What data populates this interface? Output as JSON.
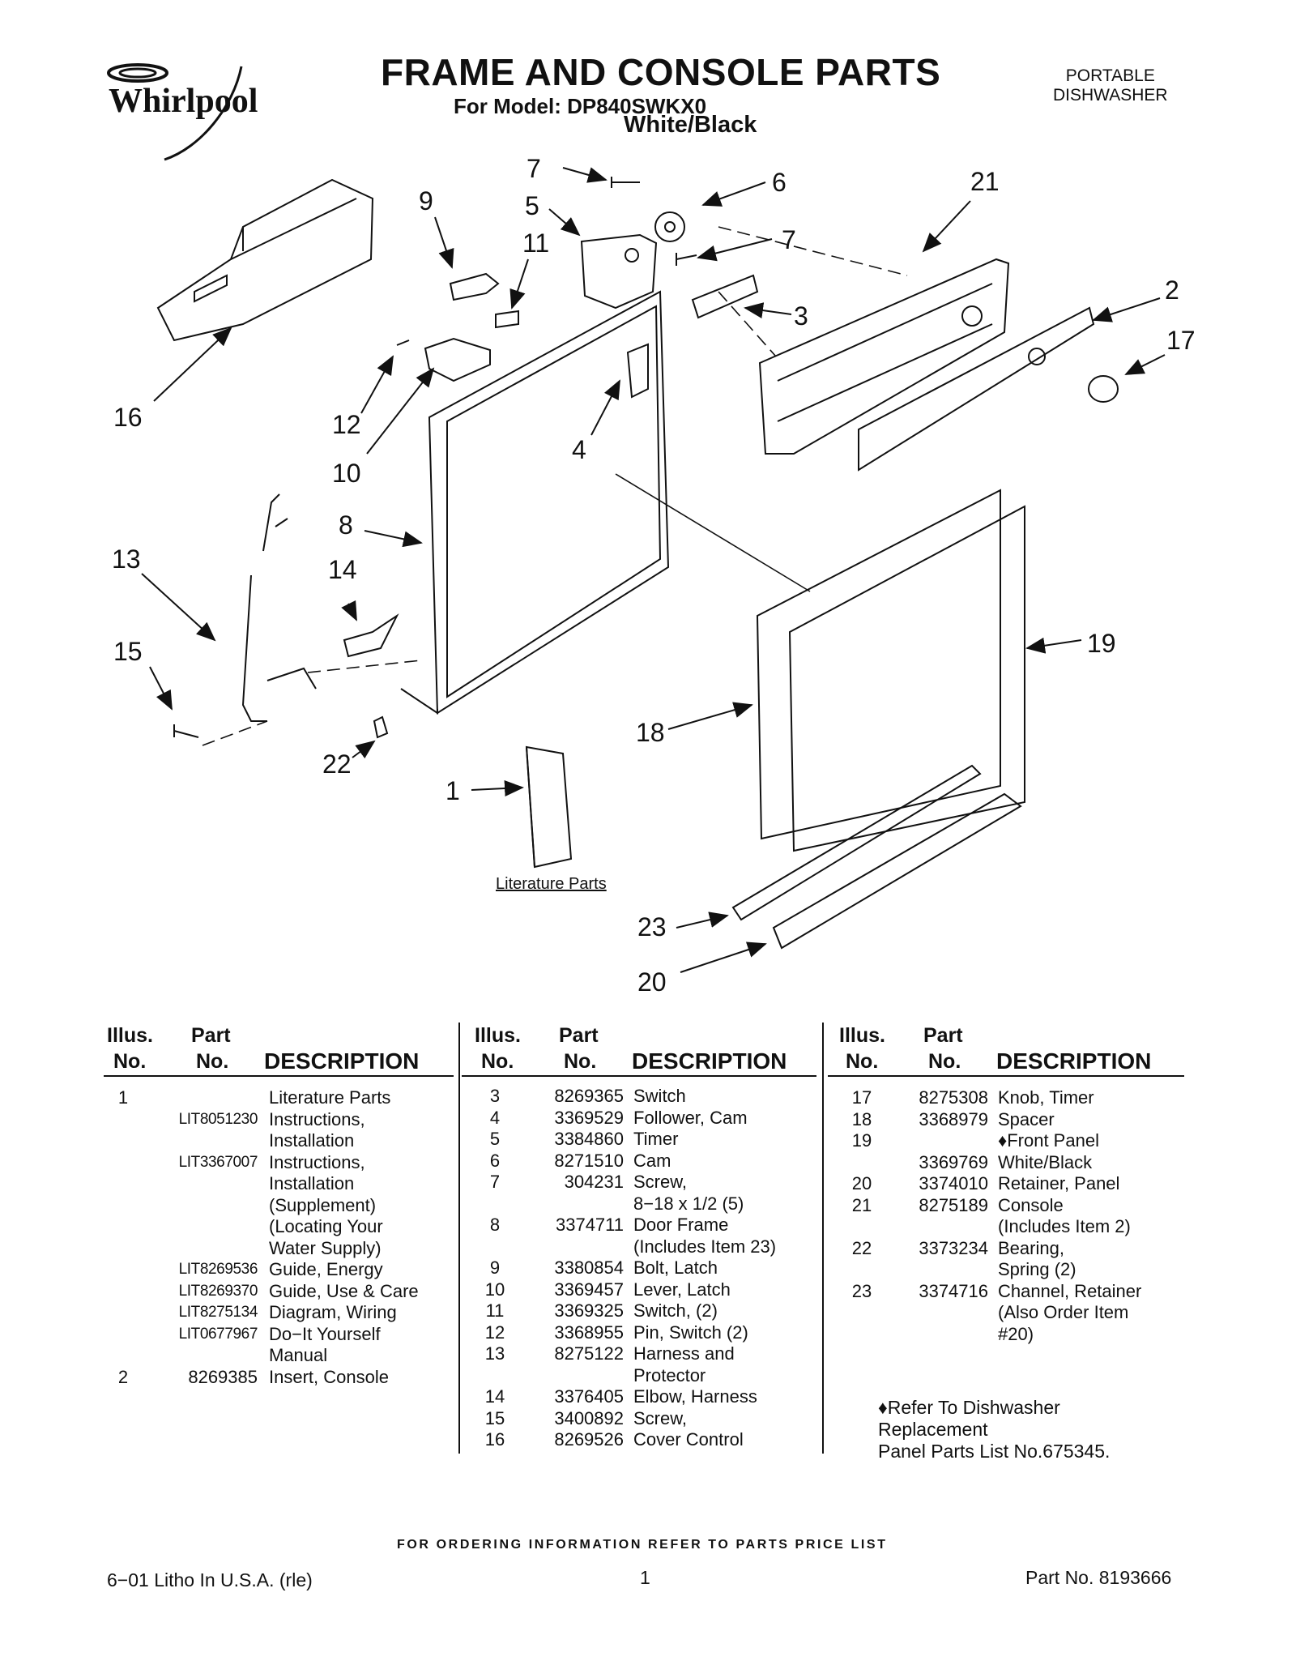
{
  "brand": "Whirlpool",
  "header": {
    "title": "FRAME AND CONSOLE PARTS",
    "model_line": "For Model: DP840SWKX0",
    "color": "White/Black",
    "product_type_line1": "PORTABLE",
    "product_type_line2": "DISHWASHER"
  },
  "diagram": {
    "literature_label": "Literature Parts",
    "callouts": [
      "7",
      "6",
      "21",
      "9",
      "5",
      "11",
      "7",
      "3",
      "2",
      "17",
      "16",
      "12",
      "10",
      "4",
      "8",
      "13",
      "14",
      "15",
      "19",
      "18",
      "22",
      "1",
      "23",
      "20"
    ]
  },
  "table": {
    "headers": {
      "illus": "Illus.",
      "no": "No.",
      "part": "Part",
      "part_no": "No.",
      "description": "DESCRIPTION"
    },
    "columns": [
      [
        {
          "illus": "1",
          "part": "",
          "desc": "Literature Parts"
        },
        {
          "illus": "",
          "part": "LIT8051230",
          "desc": "Instructions,"
        },
        {
          "illus": "",
          "part": "",
          "desc": "Installation"
        },
        {
          "illus": "",
          "part": "LIT3367007",
          "desc": "Instructions,"
        },
        {
          "illus": "",
          "part": "",
          "desc": "Installation"
        },
        {
          "illus": "",
          "part": "",
          "desc": "(Supplement)"
        },
        {
          "illus": "",
          "part": "",
          "desc": "(Locating Your"
        },
        {
          "illus": "",
          "part": "",
          "desc": "Water Supply)"
        },
        {
          "illus": "",
          "part": "LIT8269536",
          "desc": "Guide, Energy"
        },
        {
          "illus": "",
          "part": "LIT8269370",
          "desc": "Guide, Use & Care"
        },
        {
          "illus": "",
          "part": "LIT8275134",
          "desc": "Diagram, Wiring"
        },
        {
          "illus": "",
          "part": "LIT0677967",
          "desc": "Do−It Yourself"
        },
        {
          "illus": "",
          "part": "",
          "desc": "Manual"
        },
        {
          "illus": "2",
          "part": "8269385",
          "desc": "Insert, Console"
        }
      ],
      [
        {
          "illus": "3",
          "part": "8269365",
          "desc": "Switch"
        },
        {
          "illus": "4",
          "part": "3369529",
          "desc": "Follower, Cam"
        },
        {
          "illus": "5",
          "part": "3384860",
          "desc": "Timer"
        },
        {
          "illus": "6",
          "part": "8271510",
          "desc": "Cam"
        },
        {
          "illus": "7",
          "part": "304231",
          "desc": "Screw,"
        },
        {
          "illus": "",
          "part": "",
          "desc": "8−18 x 1/2 (5)"
        },
        {
          "illus": "8",
          "part": "3374711",
          "desc": "Door Frame"
        },
        {
          "illus": "",
          "part": "",
          "desc": "(Includes Item 23)"
        },
        {
          "illus": "9",
          "part": "3380854",
          "desc": "Bolt, Latch"
        },
        {
          "illus": "10",
          "part": "3369457",
          "desc": "Lever, Latch"
        },
        {
          "illus": "11",
          "part": "3369325",
          "desc": "Switch, (2)"
        },
        {
          "illus": "12",
          "part": "3368955",
          "desc": "Pin, Switch (2)"
        },
        {
          "illus": "13",
          "part": "8275122",
          "desc": "Harness and"
        },
        {
          "illus": "",
          "part": "",
          "desc": "Protector"
        },
        {
          "illus": "14",
          "part": "3376405",
          "desc": "Elbow, Harness"
        },
        {
          "illus": "15",
          "part": "3400892",
          "desc": "Screw,"
        },
        {
          "illus": "16",
          "part": "8269526",
          "desc": "Cover Control"
        }
      ],
      [
        {
          "illus": "17",
          "part": "8275308",
          "desc": "Knob, Timer"
        },
        {
          "illus": "18",
          "part": "3368979",
          "desc": "Spacer"
        },
        {
          "illus": "19",
          "part": "",
          "desc": "♦Front Panel"
        },
        {
          "illus": "",
          "part": "3369769",
          "desc": "White/Black"
        },
        {
          "illus": "20",
          "part": "3374010",
          "desc": "Retainer, Panel"
        },
        {
          "illus": "21",
          "part": "8275189",
          "desc": "Console"
        },
        {
          "illus": "",
          "part": "",
          "desc": "(Includes Item 2)"
        },
        {
          "illus": "22",
          "part": "3373234",
          "desc": "Bearing,"
        },
        {
          "illus": "",
          "part": "",
          "desc": "Spring (2)"
        },
        {
          "illus": "23",
          "part": "3374716",
          "desc": "Channel, Retainer"
        },
        {
          "illus": "",
          "part": "",
          "desc": "(Also Order Item"
        },
        {
          "illus": "",
          "part": "",
          "desc": "#20)"
        }
      ]
    ],
    "note_line1": "♦Refer To Dishwasher",
    "note_line2": "Replacement",
    "note_line3": "Panel Parts List No.675345."
  },
  "footer": {
    "ordering": "FOR ORDERING INFORMATION REFER TO PARTS PRICE LIST",
    "litho": "6−01 Litho In U.S.A. (rle)",
    "page": "1",
    "part_no": "Part No. 8193666"
  }
}
